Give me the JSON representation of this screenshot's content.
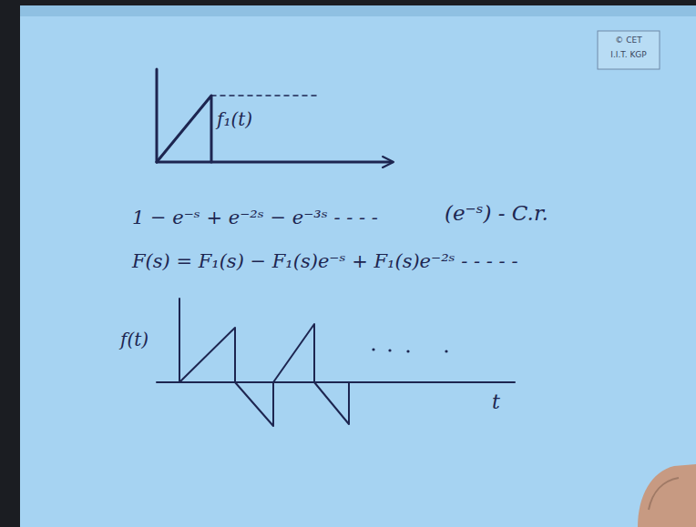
{
  "diagram": {
    "labels": [
      "© CET",
      "I.I.T. KGP",
      "f₁(t)",
      "1 − e⁻ˢ + e⁻²ˢ − e⁻³ˢ - - - -",
      "(e⁻ˢ) - C.r.",
      "F(s) = F₁(s) − F₁(s)e⁻ˢ + F₁(s)e⁻²ˢ - - - - -",
      "f(t)",
      "t"
    ]
  }
}
